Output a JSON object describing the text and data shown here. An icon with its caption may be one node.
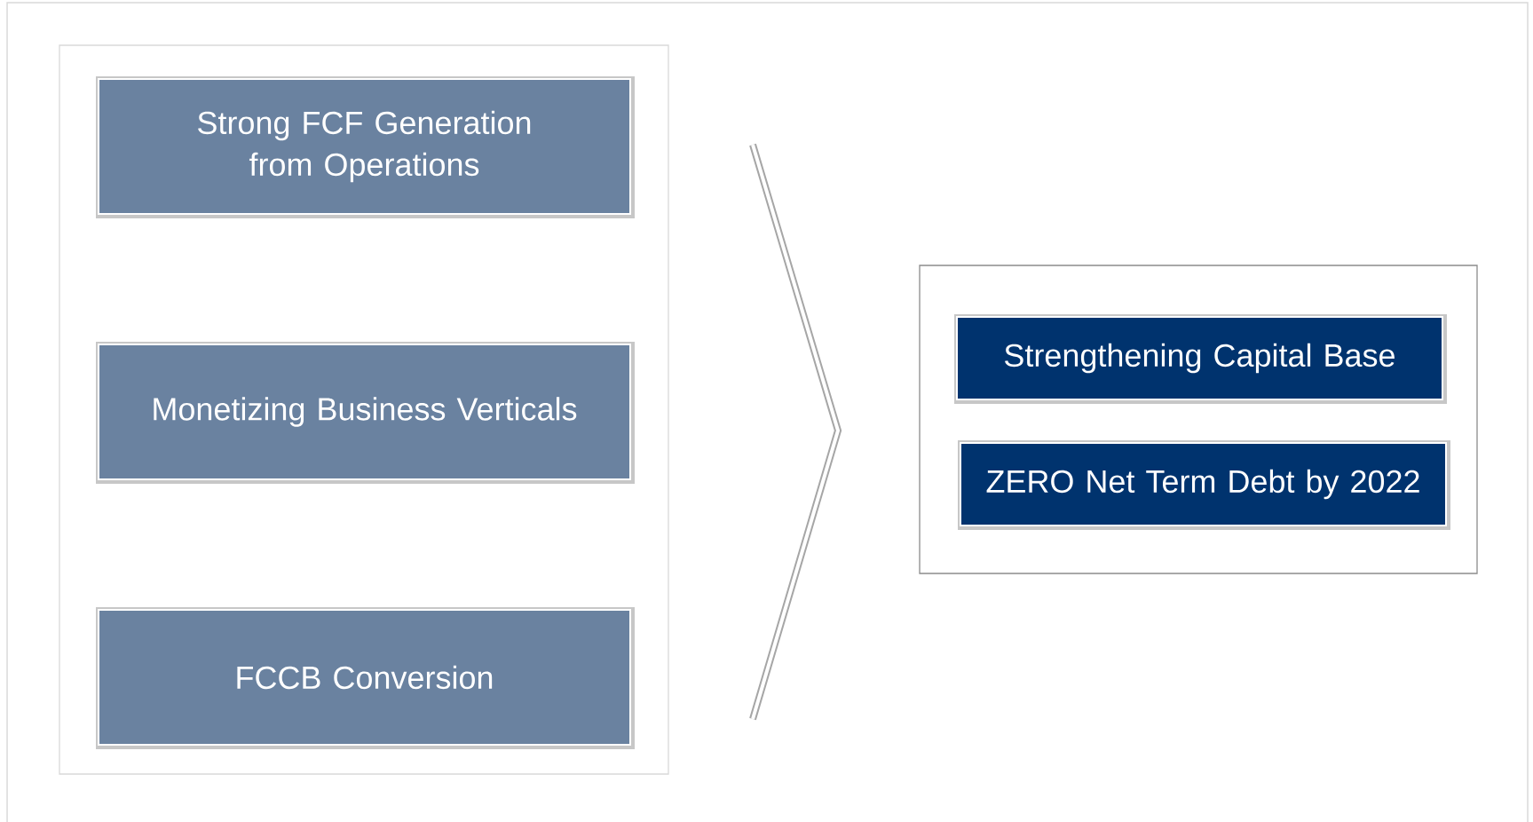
{
  "diagram": {
    "nodes": [
      {
        "text": [],
        "shape": "box"
      },
      {
        "text": [
          "Strong FCF Generation from Operations"
        ],
        "in": 0
      },
      {
        "text": [
          "Monetizing Business Verticals"
        ],
        "in": 0
      },
      {
        "text": [
          "FCCB Conversion"
        ],
        "in": 0
      },
      {
        "text": [],
        "shape": "box"
      },
      {
        "text": [
          "Strengthening Capital Base"
        ],
        "in": 4
      },
      {
        "text": [
          "ZERO Net Term Debt by 2022"
        ],
        "in": 4
      }
    ]
  }
}
